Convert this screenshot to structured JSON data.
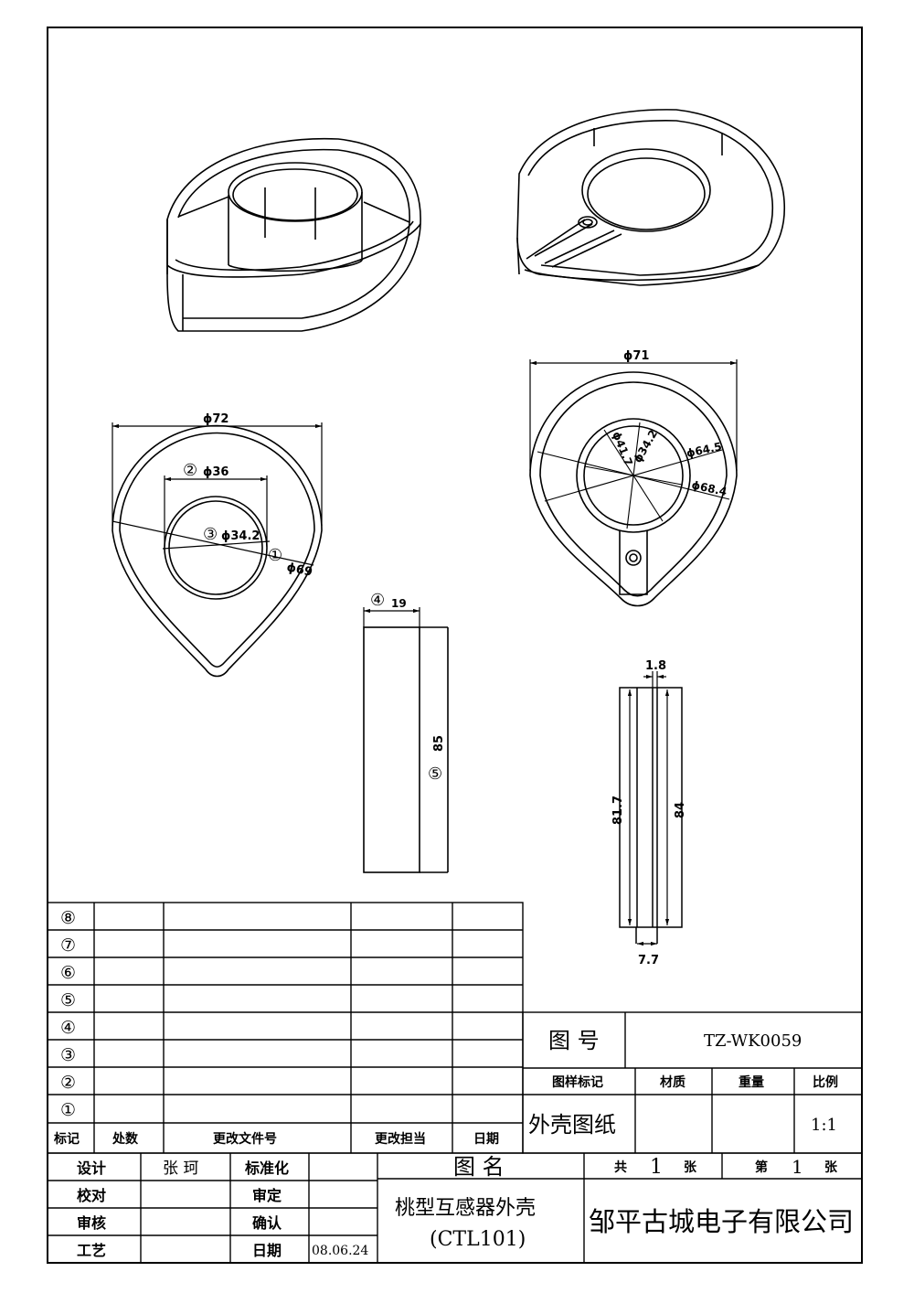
{
  "drawing": {
    "callout_1": "①",
    "callout_2": "②",
    "callout_3": "③",
    "callout_4": "④",
    "callout_5": "⑤",
    "front_view": {
      "dia_outer": "ϕ72",
      "dia_36": "ϕ36",
      "dia_34_2": "ϕ34.2",
      "dia_69": "ϕ69"
    },
    "back_view": {
      "dia_71": "ϕ71",
      "dia_41_7": "ϕ41.7",
      "dia_34_2": "ϕ34.2",
      "dia_64_5": "ϕ64.5",
      "dia_68_4": "ϕ68.4"
    },
    "tube_view": {
      "width": "19",
      "height": "85"
    },
    "section_view": {
      "wall": "1.8",
      "inner_h": "81.7",
      "outer_h": "84",
      "bottom": "7.7"
    }
  },
  "revision_table": {
    "rows": [
      "⑧",
      "⑦",
      "⑥",
      "⑤",
      "④",
      "③",
      "②",
      "①"
    ],
    "headers": [
      "标记",
      "处数",
      "更改文件号",
      "更改担当",
      "日期"
    ]
  },
  "title_block": {
    "drawing_no_label": "图 号",
    "drawing_no": "TZ-WK0059",
    "sample_mark_label": "图样标记",
    "material_label": "材质",
    "weight_label": "重量",
    "scale_label": "比例",
    "sample_mark": "外壳图纸",
    "scale": "1:1",
    "design_label": "设计",
    "designer": "张 珂",
    "standard_label": "标准化",
    "check_label": "校对",
    "approve_label": "审定",
    "review_label": "审核",
    "confirm_label": "确认",
    "process_label": "工艺",
    "date_label": "日期",
    "date": "08.06.24",
    "name_label": "图 名",
    "part_name": "桃型互感器外壳",
    "part_code": "(CTL101)",
    "total_label": "共",
    "total": "1",
    "sheet_unit": "张",
    "sheet_label": "第",
    "sheet": "1",
    "company": "邹平古城电子有限公司"
  }
}
